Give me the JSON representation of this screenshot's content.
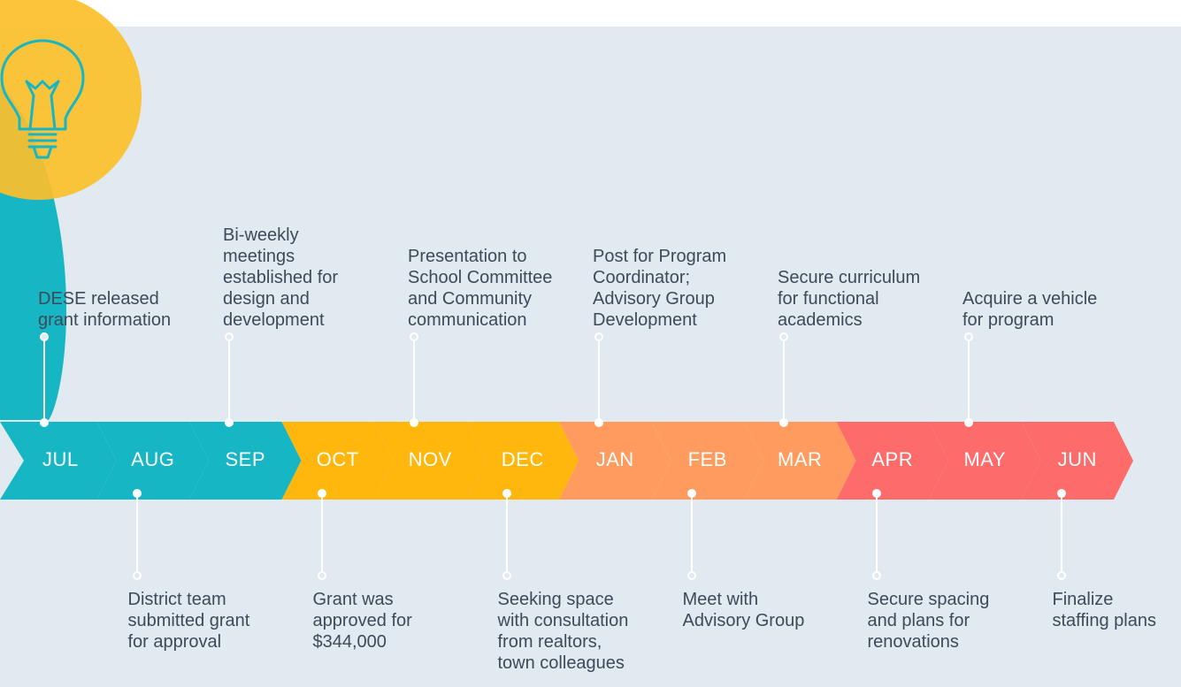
{
  "colors": {
    "background": "#e1e9f1",
    "teal": "#17b6c4",
    "gold": "#ffb60d",
    "orange": "#ff9b5e",
    "coral": "#fd6b6b",
    "circle_yellow": "#fbbf2c",
    "text": "#3e4a57"
  },
  "icon": "lightbulb-icon",
  "months": [
    {
      "label": "JUL",
      "color": "teal"
    },
    {
      "label": "AUG",
      "color": "teal"
    },
    {
      "label": "SEP",
      "color": "teal"
    },
    {
      "label": "OCT",
      "color": "gold"
    },
    {
      "label": "NOV",
      "color": "gold"
    },
    {
      "label": "DEC",
      "color": "gold"
    },
    {
      "label": "JAN",
      "color": "orange"
    },
    {
      "label": "FEB",
      "color": "orange"
    },
    {
      "label": "MAR",
      "color": "orange"
    },
    {
      "label": "APR",
      "color": "coral"
    },
    {
      "label": "MAY",
      "color": "coral"
    },
    {
      "label": "JUN",
      "color": "coral"
    }
  ],
  "events_above": [
    {
      "month": "JUL",
      "text": "DESE released\ngrant information"
    },
    {
      "month": "SEP",
      "text": "Bi-weekly\nmeetings\nestablished for\ndesign and\ndevelopment"
    },
    {
      "month": "NOV",
      "text": "Presentation to\nSchool Committee\nand Community\ncommunication"
    },
    {
      "month": "JAN",
      "text": "Post for Program\nCoordinator;\nAdvisory Group\nDevelopment"
    },
    {
      "month": "MAR",
      "text": "Secure curriculum\nfor functional\nacademics"
    },
    {
      "month": "MAY",
      "text": "Acquire a vehicle\nfor program"
    }
  ],
  "events_below": [
    {
      "month": "AUG",
      "text": "District team\nsubmitted grant\nfor approval"
    },
    {
      "month": "OCT",
      "text": "Grant was\napproved for\n$344,000"
    },
    {
      "month": "DEC",
      "text": "Seeking space\nwith consultation\nfrom realtors,\ntown colleagues"
    },
    {
      "month": "FEB",
      "text": "Meet with\nAdvisory Group"
    },
    {
      "month": "APR",
      "text": "Secure spacing\nand plans for\nrenovations"
    },
    {
      "month": "JUN",
      "text": "Finalize\nstaffing plans"
    }
  ]
}
